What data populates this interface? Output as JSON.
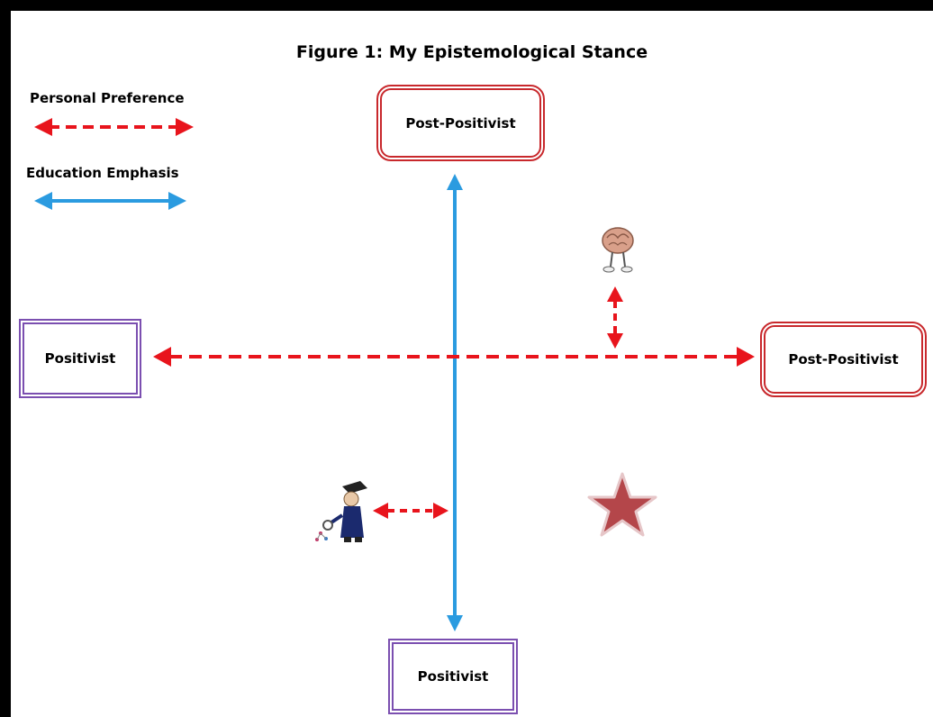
{
  "title": "Figure 1: My Epistemological Stance",
  "legend": {
    "personal_preference": "Personal Preference",
    "education_emphasis": "Education Emphasis"
  },
  "boxes": {
    "top": "Post-Positivist",
    "right": "Post-Positivist",
    "left": "Positivist",
    "bottom": "Positivist"
  },
  "colors": {
    "personal_preference_arrow": "#e8141c",
    "education_emphasis_arrow": "#2b9be0",
    "post_positivist_border": "#c8282c",
    "positivist_border": "#7b4fb0",
    "star": "#b4464a"
  },
  "icons": [
    "brain-character-icon",
    "graduate-scientist-icon",
    "star-icon"
  ]
}
